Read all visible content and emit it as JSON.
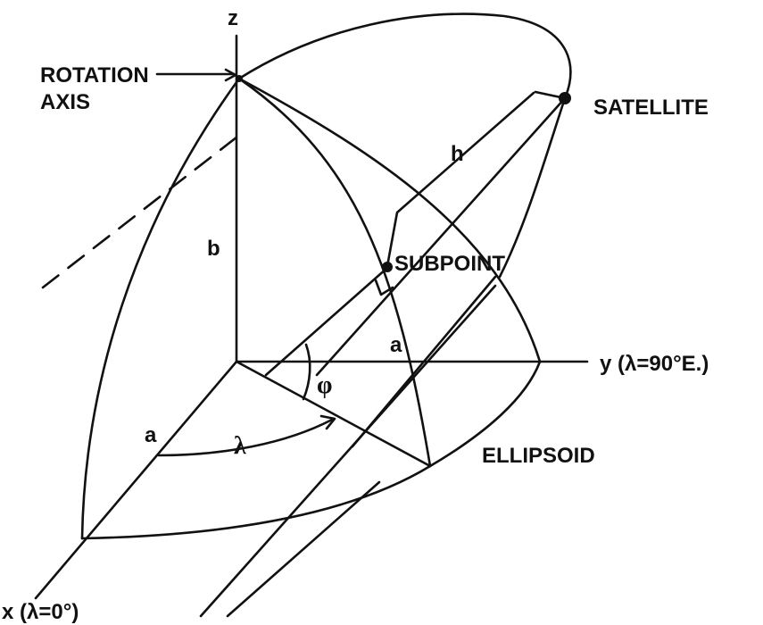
{
  "labels": {
    "z_axis": "z",
    "rotation_axis_line1": "ROTATION",
    "rotation_axis_line2": "AXIS",
    "satellite": "SATELLITE",
    "h": "h",
    "b": "b",
    "subpoint": "SUBPOINT",
    "a_y": "a",
    "y_axis": "y (λ=90°E.)",
    "phi": "φ",
    "a_x": "a",
    "lambda": "λ",
    "ellipsoid": "ELLIPSOID",
    "x_axis": "x (λ=0°)"
  },
  "colors": {
    "ink": "#111111",
    "paper": "#ffffff"
  }
}
